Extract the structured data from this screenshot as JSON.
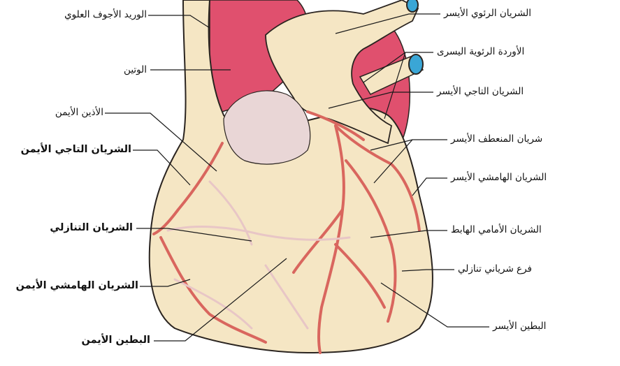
{
  "colors": {
    "heart": "#f5e6c4",
    "heart_outline": "#2a2420",
    "aorta": "#e0506e",
    "vessel": "#d9665e",
    "vessel_lumen": "#3aa6d6",
    "pale_vessel": "#e8c6c6",
    "atrium_shadow": "#e9d6d6"
  },
  "labels": {
    "left": [
      {
        "id": "svc",
        "text": "الوريد الأجوف العلوي",
        "bold": false
      },
      {
        "id": "aorta",
        "text": "الوتين",
        "bold": false
      },
      {
        "id": "right-atrium",
        "text": "الأذين الأيمن",
        "bold": false
      },
      {
        "id": "right-coronary",
        "text": "الشريان التاجي الأيمن",
        "bold": true
      },
      {
        "id": "descending",
        "text": "الشريان التنازلي",
        "bold": true
      },
      {
        "id": "right-marginal",
        "text": "الشريان الهامشي الأيمن",
        "bold": true
      },
      {
        "id": "right-ventricle",
        "text": "البطين الأيمن",
        "bold": true
      }
    ],
    "right": [
      {
        "id": "left-pulmonary-artery",
        "text": "الشريان الرئوي الأيسر",
        "bold": false
      },
      {
        "id": "left-pulmonary-veins",
        "text": "الأوردة الرئوية اليسرى",
        "bold": false
      },
      {
        "id": "left-coronary",
        "text": "الشريان التاجي الأيسر",
        "bold": false
      },
      {
        "id": "left-circumflex",
        "text": "شريان المنعطف الأيسر",
        "bold": false
      },
      {
        "id": "left-marginal",
        "text": "الشريان الهامشي الأيسر",
        "bold": false
      },
      {
        "id": "anterior-descending",
        "text": "الشريان الأمامي الهابط",
        "bold": false
      },
      {
        "id": "descending-branch",
        "text": "فرع شرياني تنازلي",
        "bold": false
      },
      {
        "id": "left-ventricle",
        "text": "البطين الأيسر",
        "bold": false
      }
    ]
  }
}
